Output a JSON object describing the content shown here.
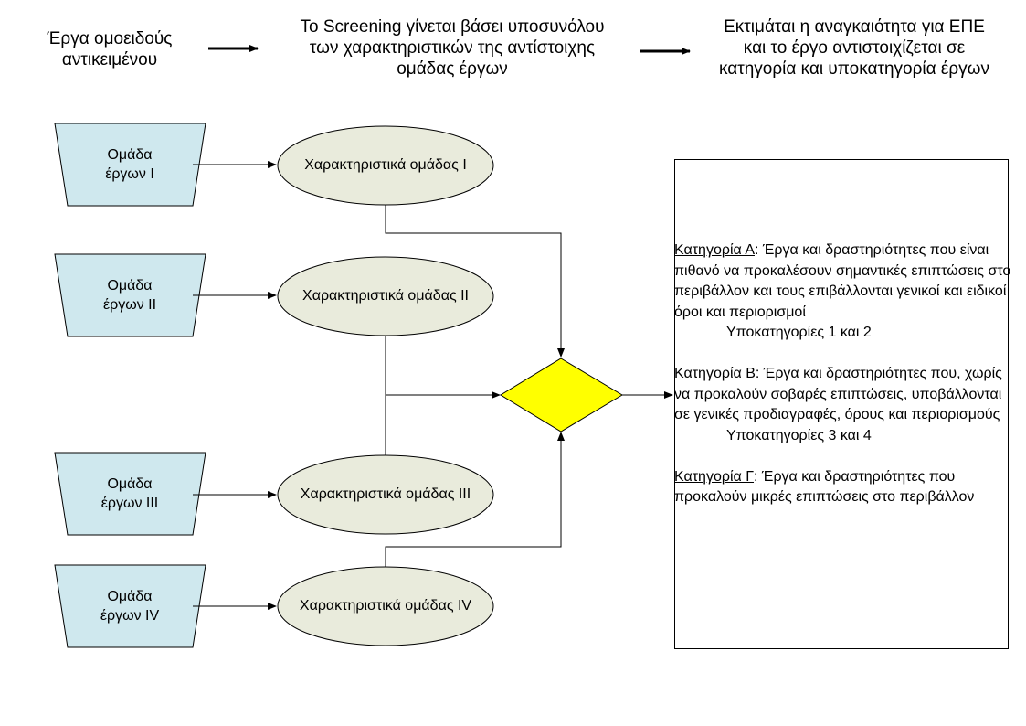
{
  "header": {
    "step1": "Έργα ομοειδούς\nαντικειμένου",
    "step2": "Το Screening γίνεται βάσει υποσυνόλου\nτων χαρακτηριστικών της αντίστοιχης\nομάδας έργων",
    "step3": "Εκτιμάται η αναγκαιότητα για ΕΠΕ\nκαι το έργο αντιστοιχίζεται σε\nκατηγορία και υποκατηγορία έργων"
  },
  "groups": [
    {
      "label": "Ομάδα\nέργων Ι",
      "characteristics": "Χαρακτηριστικά ομάδας Ι"
    },
    {
      "label": "Ομάδα\nέργων ΙΙ",
      "characteristics": "Χαρακτηριστικά ομάδας ΙΙ"
    },
    {
      "label": "Ομάδα\nέργων ΙΙΙ",
      "characteristics": "Χαρακτηριστικά ομάδας ΙΙΙ"
    },
    {
      "label": "Ομάδα\nέργων ΙV",
      "characteristics": "Χαρακτηριστικά ομάδας ΙV"
    }
  ],
  "categories": [
    {
      "name": "Κατηγορία Α",
      "text": ": Έργα και δραστηριότητες που είναι πιθανό να προκαλέσουν σημαντικές επιπτώσεις στο περιβάλλον και τους επιβάλλονται γενικοί και ειδικοί όροι και περιορισμοί",
      "sub": "Υποκατηγορίες 1 και 2"
    },
    {
      "name": "Κατηγορία Β",
      "text": ": Έργα και δραστηριότητες που, χωρίς να προκαλούν σοβαρές επιπτώσεις, υποβάλλονται σε γενικές προδιαγραφές, όρους και περιορισμούς",
      "sub": "Υποκατηγορίες 3 και 4"
    },
    {
      "name": "Κατηγορία Γ",
      "text": ": Έργα και δραστηριότητες που προκαλούν μικρές επιπτώσεις στο περιβάλλον",
      "sub": ""
    }
  ],
  "colors": {
    "group_fill": "#cfe8ee",
    "ellipse_fill": "#e9ebdc",
    "decision_fill": "#ffff00",
    "line": "#000000"
  }
}
